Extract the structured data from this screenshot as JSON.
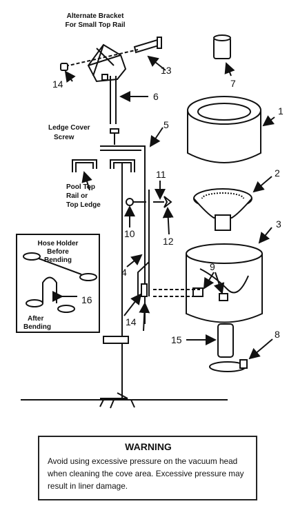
{
  "labels": {
    "alternate_bracket_line1": "Alternate Bracket",
    "alternate_bracket_line2": "For Small Top Rail",
    "ledge_cover_line1": "Ledge Cover",
    "ledge_cover_line2": "Screw",
    "pool_top_line1": "Pool Top",
    "pool_top_line2": "Rail or",
    "pool_top_line3": "Top Ledge",
    "hose_holder_line1": "Hose Holder",
    "hose_holder_line2": "Before",
    "hose_holder_line3": "Bending",
    "after_line1": "After",
    "after_line2": "Bending"
  },
  "part_numbers": [
    "1",
    "2",
    "3",
    "4",
    "5",
    "6",
    "7",
    "8",
    "9",
    "10",
    "11",
    "12",
    "13",
    "14",
    "14",
    "15",
    "16"
  ],
  "warning": {
    "title": "WARNING",
    "text": "Avoid using excessive pressure on the vacuum head when cleaning the cove area. Excessive pressure may result in liner damage."
  }
}
